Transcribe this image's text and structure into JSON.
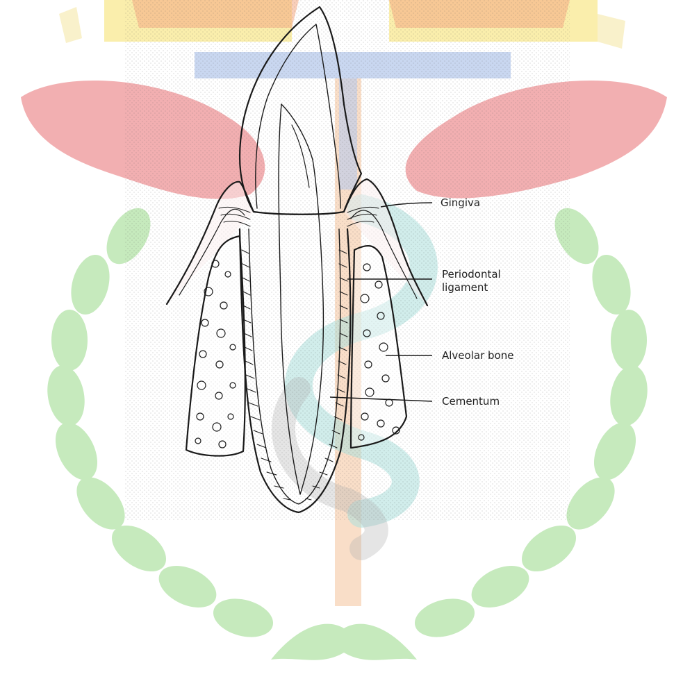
{
  "diagram": {
    "labels": {
      "gingiva": "Gingiva",
      "periodontal_line1": "Periodontal",
      "periodontal_line2": "ligament",
      "alveolar_bone": "Alveolar bone",
      "cementum": "Cementum"
    }
  },
  "watermark": {
    "description_icon": "caduceus-wreath-emblem-icon",
    "colors": {
      "wings": "#e2565c",
      "banner_yellow": "#f6e06b",
      "banner_orange": "#f4a35a",
      "bar_blue": "#9fb8e6",
      "wreath_green": "#7fcf6d",
      "staff_orange": "#f0a86a",
      "snake_teal": "#8fd6d0"
    }
  },
  "colors": {
    "line": "#1a1a1a",
    "paper": "#ffffff"
  }
}
